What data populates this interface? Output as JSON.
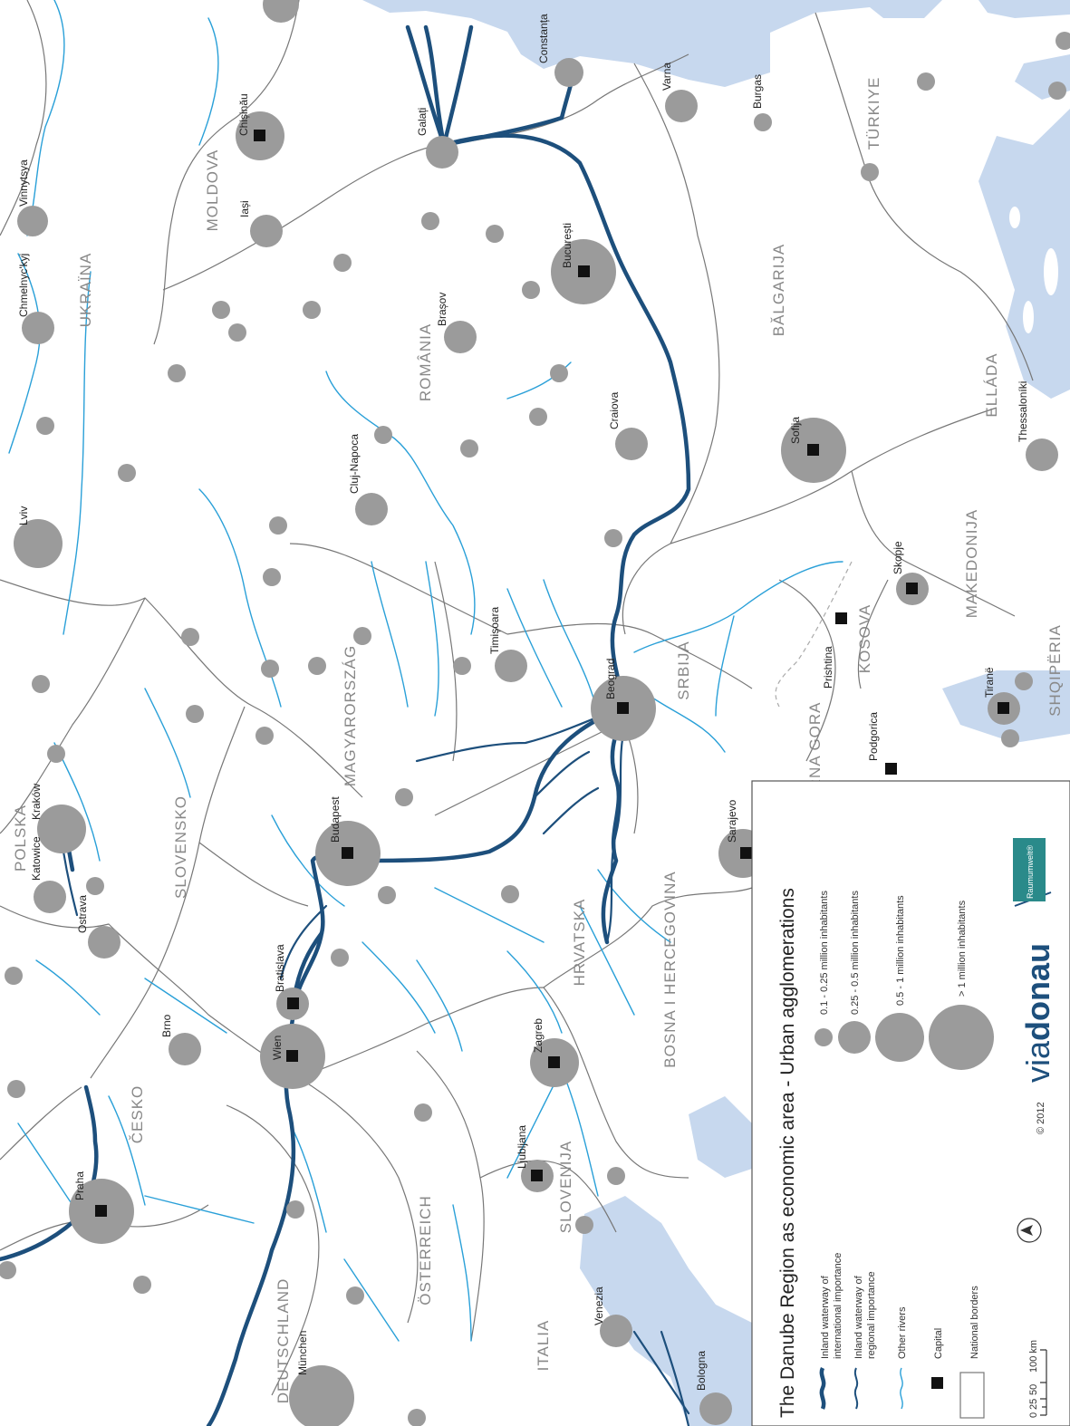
{
  "colors": {
    "water": "#c7d8ee",
    "major_river": "#1d4f7c",
    "minor_river": "#2aa0d8",
    "border": "#777777",
    "city": "#9b9b9b",
    "capital": "#111111"
  },
  "countries": [
    {
      "id": "ukraina",
      "name": "UKRAÏNA"
    },
    {
      "id": "moldova",
      "name": "MOLDOVA"
    },
    {
      "id": "romania",
      "name": "ROMÂNIA"
    },
    {
      "id": "bulgarija",
      "name": "BĂLGARIJA"
    },
    {
      "id": "turkiye",
      "name": "TÜRKIYE"
    },
    {
      "id": "ellada",
      "name": "ELLÁDA"
    },
    {
      "id": "makedonija",
      "name": "MAKEDONIJA"
    },
    {
      "id": "shqiperia",
      "name": "SHQIPËRIA"
    },
    {
      "id": "kosova",
      "name": "KOSOVA"
    },
    {
      "id": "srbija",
      "name": "SRBIJA"
    },
    {
      "id": "crna-gora",
      "name": "CRNA GORA"
    },
    {
      "id": "bosna",
      "name": "BOSNA I HERCEGOVINA"
    },
    {
      "id": "hrvatska",
      "name": "HRVATSKA"
    },
    {
      "id": "slovenija",
      "name": "SLOVENIJA"
    },
    {
      "id": "italia",
      "name": "ITALIA"
    },
    {
      "id": "osterreich",
      "name": "ÖSTERREICH"
    },
    {
      "id": "deutschland",
      "name": "DEUTSCHLAND"
    },
    {
      "id": "cesko",
      "name": "ČESKO"
    },
    {
      "id": "slovensko",
      "name": "SLOVENSKO"
    },
    {
      "id": "polska",
      "name": "POLSKA"
    },
    {
      "id": "magyarorszag",
      "name": "MAGYARORSZÁG"
    }
  ],
  "cities": [
    {
      "id": "constanta",
      "name": "Constanța"
    },
    {
      "id": "varna",
      "name": "Varna"
    },
    {
      "id": "burgas",
      "name": "Burgas"
    },
    {
      "id": "chisinau",
      "name": "Chișinău"
    },
    {
      "id": "galati",
      "name": "Galați"
    },
    {
      "id": "iasi",
      "name": "Iași"
    },
    {
      "id": "vinnytsya",
      "name": "Vinnytsya"
    },
    {
      "id": "chmelnytskyi",
      "name": "Chmelnyc'kyj"
    },
    {
      "id": "bucuresti",
      "name": "București"
    },
    {
      "id": "brasov",
      "name": "Brașov"
    },
    {
      "id": "craiova",
      "name": "Craiova"
    },
    {
      "id": "sofija",
      "name": "Sofija"
    },
    {
      "id": "thessaloniki",
      "name": "Thessaloníki"
    },
    {
      "id": "cluj",
      "name": "Cluj-Napoca"
    },
    {
      "id": "lviv",
      "name": "Lviv"
    },
    {
      "id": "skopje",
      "name": "Skopje"
    },
    {
      "id": "prishtina",
      "name": "Prishtina"
    },
    {
      "id": "timisoara",
      "name": "Timișoara"
    },
    {
      "id": "beograd",
      "name": "Beograd"
    },
    {
      "id": "tirane",
      "name": "Tiranë"
    },
    {
      "id": "podgorica",
      "name": "Podgorica"
    },
    {
      "id": "krakow",
      "name": "Kraków"
    },
    {
      "id": "katowice",
      "name": "Katowice"
    },
    {
      "id": "budapest",
      "name": "Budapest"
    },
    {
      "id": "sarajevo",
      "name": "Sarajevo"
    },
    {
      "id": "ostrava",
      "name": "Ostrava"
    },
    {
      "id": "bratislava",
      "name": "Bratislava"
    },
    {
      "id": "brno",
      "name": "Brno"
    },
    {
      "id": "wien",
      "name": "Wien"
    },
    {
      "id": "zagreb",
      "name": "Zagreb"
    },
    {
      "id": "ljubljana",
      "name": "Ljubljana"
    },
    {
      "id": "praha",
      "name": "Praha"
    },
    {
      "id": "munchen",
      "name": "München"
    },
    {
      "id": "venezia",
      "name": "Venezia"
    },
    {
      "id": "bologna",
      "name": "Bologna"
    }
  ],
  "legend": {
    "title": "The Danube Region as economic area - Urban agglomerations",
    "items": {
      "intl_line1": "Inland waterway of",
      "intl_line2": "international importance",
      "reg_line1": "Inland waterway of",
      "reg_line2": "regional importance",
      "other_rivers": "Other rivers",
      "capital": "Capital",
      "borders": "National borders"
    },
    "sizes": [
      "0.1 - 0.25 million inhabitants",
      "0.25 - 0.5 million inhabitants",
      "0.5 - 1 million inhabitants",
      "> 1 million inhabitants"
    ],
    "scale": {
      "ticks": [
        "0",
        "25",
        "50",
        "100 km"
      ]
    },
    "copyright": "© 2012",
    "brand_via": "via",
    "brand_donau": "donau",
    "logo_text": "Raumumwelt®"
  }
}
